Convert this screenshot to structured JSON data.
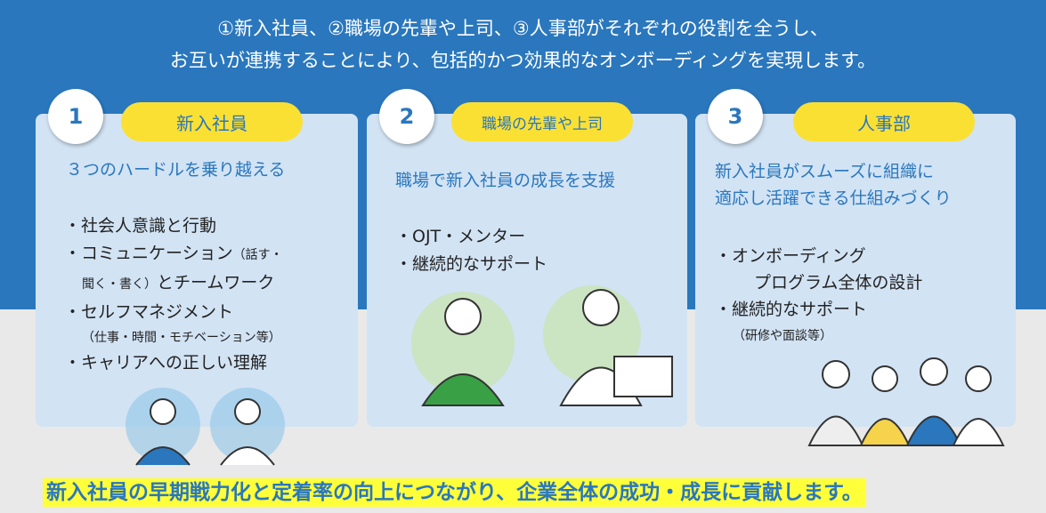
{
  "headline": {
    "line1": "①新入社員、②職場の先輩や上司、③人事部がそれぞれの役割を全うし、",
    "line2": "お互いが連携することにより、包括的かつ効果的なオンボーディングを実現します。"
  },
  "cards": [
    {
      "number": "1",
      "title": "新入社員",
      "subtitle": "３つのハードルを乗り越える",
      "items": [
        "・社会人意識と行動",
        "・コミュニケーション",
        "（話す・",
        "聞く・書く）",
        "とチームワーク",
        "・セルフマネジメント",
        "（仕事・時間・モチベーション等）",
        "・キャリアへの正しい理解"
      ]
    },
    {
      "number": "2",
      "title": "職場の先輩や上司",
      "subtitle": "職場で新入社員の成長を支援",
      "items": [
        "・OJT・メンター",
        "・継続的なサポート"
      ]
    },
    {
      "number": "3",
      "title": "人事部",
      "subtitle1": "新入社員がスムーズに組織に",
      "subtitle2": "適応し活躍できる仕組みづくり",
      "items": [
        "・オンボーディング",
        "プログラム全体の設計",
        "・継続的なサポート",
        "（研修や面談等）"
      ]
    }
  ],
  "footer": "新入社員の早期戦力化と定着率の向上につながり、企業全体の成功・成長に貢献します。",
  "colors": {
    "band": "#2a77bd",
    "card": "#d2e3f4",
    "pill": "#fbe034",
    "footer_highlight": "#ffff3a"
  }
}
